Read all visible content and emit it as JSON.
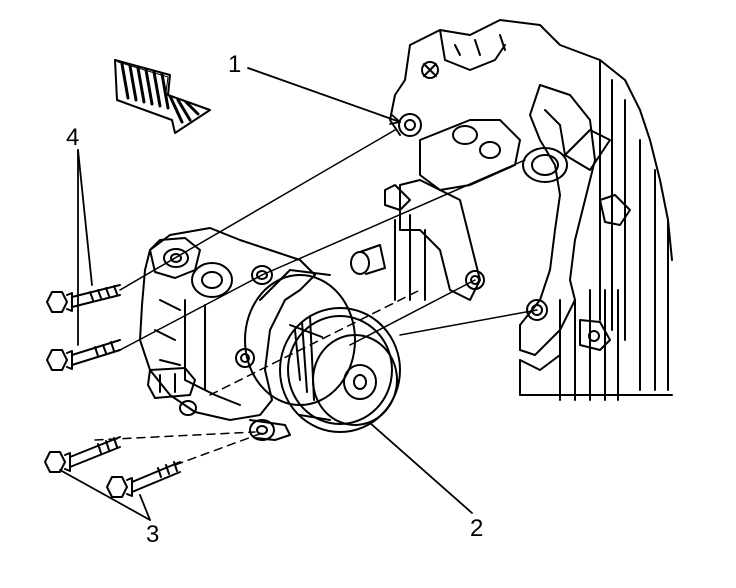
{
  "callouts": {
    "c1": "1",
    "c2": "2",
    "c3": "3",
    "c4": "4"
  },
  "colors": {
    "line": "#000000",
    "background": "#ffffff"
  },
  "icons": {
    "direction_arrow": "front-direction-arrow-icon"
  }
}
